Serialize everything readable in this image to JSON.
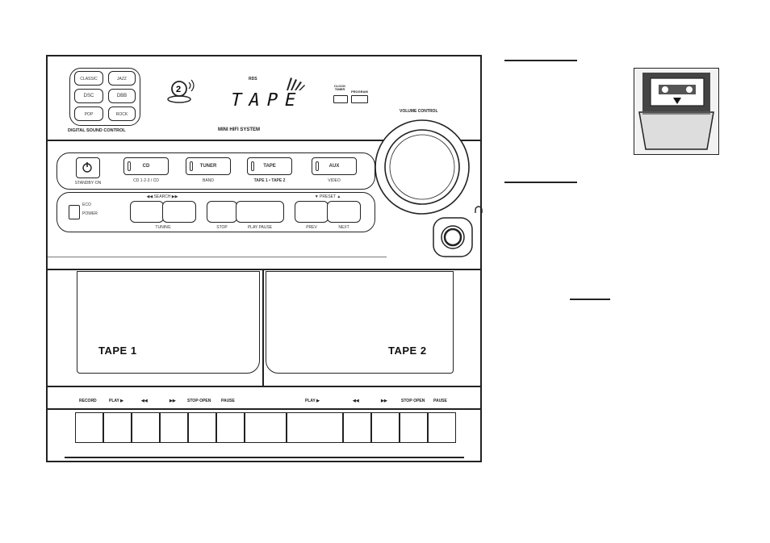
{
  "display": {
    "top_small": "RDS",
    "text": "TAPE"
  },
  "labels": {
    "digital_sound_control": "DIGITAL SOUND CONTROL",
    "mini_hifi_system": "MINI HIFI SYSTEM",
    "volume_control": "VOLUME CONTROL",
    "clock_timer": "CLOCK TIMER",
    "program": "PROGRAM"
  },
  "dsc_buttons": [
    "CLASSIC",
    "JAZZ",
    "DSC",
    "DBB",
    "POP",
    "ROCK"
  ],
  "source_buttons": [
    {
      "label": "CD",
      "sub": "CD 1·2·3 / CD"
    },
    {
      "label": "TUNER",
      "sub": "BAND"
    },
    {
      "label": "TAPE",
      "sub": "TAPE 1 • TAPE 2"
    },
    {
      "label": "AUX",
      "sub": "VIDEO"
    }
  ],
  "standby_sub": "STANDBY·ON",
  "controls": {
    "search": "◀◀  SEARCH  ▶▶",
    "tuning": "TUNING",
    "stop": "STOP",
    "play_pause": "PLAY   PAUSE",
    "preset": "▼  PRESET  ▲",
    "prev": "PREV",
    "next": "NEXT",
    "eco": "ECO",
    "power": "POWER"
  },
  "tapes": {
    "tape1": "TAPE 1",
    "tape2": "TAPE 2"
  },
  "deck1_keys": [
    "RECORD",
    "PLAY ▶",
    "◀◀",
    "▶▶",
    "STOP·OPEN",
    "PAUSE"
  ],
  "deck2_keys": [
    "PLAY ▶",
    "◀◀",
    "▶▶",
    "STOP·OPEN",
    "PAUSE"
  ]
}
